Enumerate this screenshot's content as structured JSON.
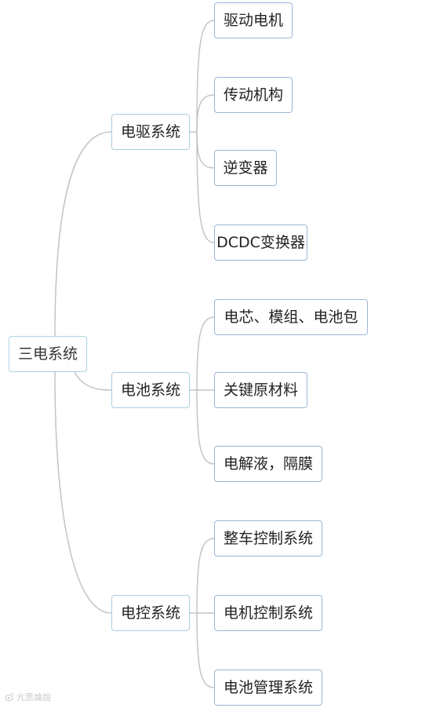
{
  "diagram": {
    "root": {
      "label": "三电系统"
    },
    "branches": [
      {
        "label": "电驱系统",
        "children": [
          "驱动电机",
          "传动机构",
          "逆变器",
          "DCDC变换器"
        ]
      },
      {
        "label": "电池系统",
        "children": [
          "电芯、模组、电池包",
          "关键原材料",
          "电解液，隔膜"
        ]
      },
      {
        "label": "电控系统",
        "children": [
          "整车控制系统",
          "电机控制系统",
          "电池管理系统"
        ]
      }
    ],
    "colors": {
      "connector": "#c4c4c4",
      "node_border": "#9bb6d6",
      "root_border": "#a9d3df",
      "text": "#222222"
    }
  },
  "watermark": {
    "icon": "weibo-icon",
    "text": "亢思論說"
  }
}
